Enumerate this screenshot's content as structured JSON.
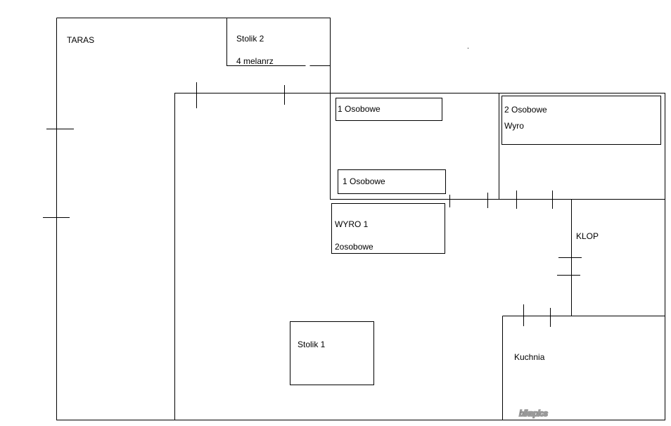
{
  "labels": {
    "taras": "TARAS",
    "stolik2_title": "Stolik 2",
    "stolik2_note": "4 melanrz",
    "osobowe1_a": "1 Osobowe",
    "osobowe1_b": "1 Osobowe",
    "osobowe2_title": "2 Osobowe",
    "osobowe2_note": "Wyro",
    "wyro1_title": "WYRO 1",
    "wyro1_note": "2osobowe",
    "klop": "KLOP",
    "stolik1": "Stolik 1",
    "kuchnia": "Kuchnia"
  },
  "watermark": "bikepics",
  "colors": {
    "line": "#000000",
    "background": "#ffffff",
    "watermark_outline": "#9a9a9a"
  }
}
